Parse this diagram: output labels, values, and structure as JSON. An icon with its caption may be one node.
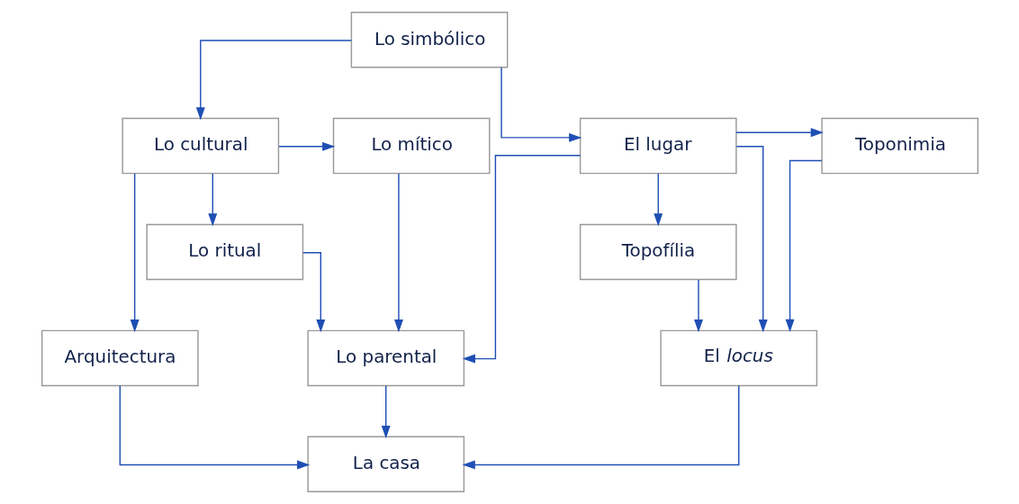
{
  "diagram": {
    "nodes": [
      {
        "text": [
          "Lo simbólico"
        ]
      },
      {
        "text": [
          "Lo mítico"
        ]
      },
      {
        "text": [
          "Lo cultural"
        ]
      },
      {
        "text": [
          "El lugar"
        ]
      },
      {
        "text": [
          "Toponimia"
        ]
      },
      {
        "text": [
          "Lo ritual"
        ]
      },
      {
        "text": [
          "Topofília"
        ]
      },
      {
        "text": [
          "Lo parental"
        ]
      },
      {
        "text": [
          "Arquitectura"
        ]
      },
      {
        "text": [
          "El *locus*"
        ]
      },
      {
        "text": [
          "La casa"
        ]
      }
    ],
    "edges": [
      {
        "from": 0,
        "to": 2,
        "arrow": "to"
      },
      {
        "from": 0,
        "to": 3,
        "arrow": "to"
      },
      {
        "from": 2,
        "to": 1,
        "arrow": "to"
      },
      {
        "from": 2,
        "to": 5,
        "arrow": "to"
      },
      {
        "from": 3,
        "to": 4,
        "arrow": "to"
      },
      {
        "from": 3,
        "to": 6,
        "arrow": "to"
      },
      {
        "from": 1,
        "to": 7,
        "arrow": "to"
      },
      {
        "from": 5,
        "to": 7,
        "arrow": "to"
      },
      {
        "from": 2,
        "to": 8,
        "arrow": "to"
      },
      {
        "from": 3,
        "to": 7,
        "arrow": "to"
      },
      {
        "from": 3,
        "to": 9,
        "arrow": "to"
      },
      {
        "from": 4,
        "to": 9,
        "arrow": "to"
      },
      {
        "from": 6,
        "to": 9,
        "arrow": "to"
      },
      {
        "from": 7,
        "to": 10,
        "arrow": "to"
      },
      {
        "from": 8,
        "to": 10,
        "arrow": "to"
      },
      {
        "from": 9,
        "to": 10,
        "arrow": "to"
      }
    ]
  }
}
